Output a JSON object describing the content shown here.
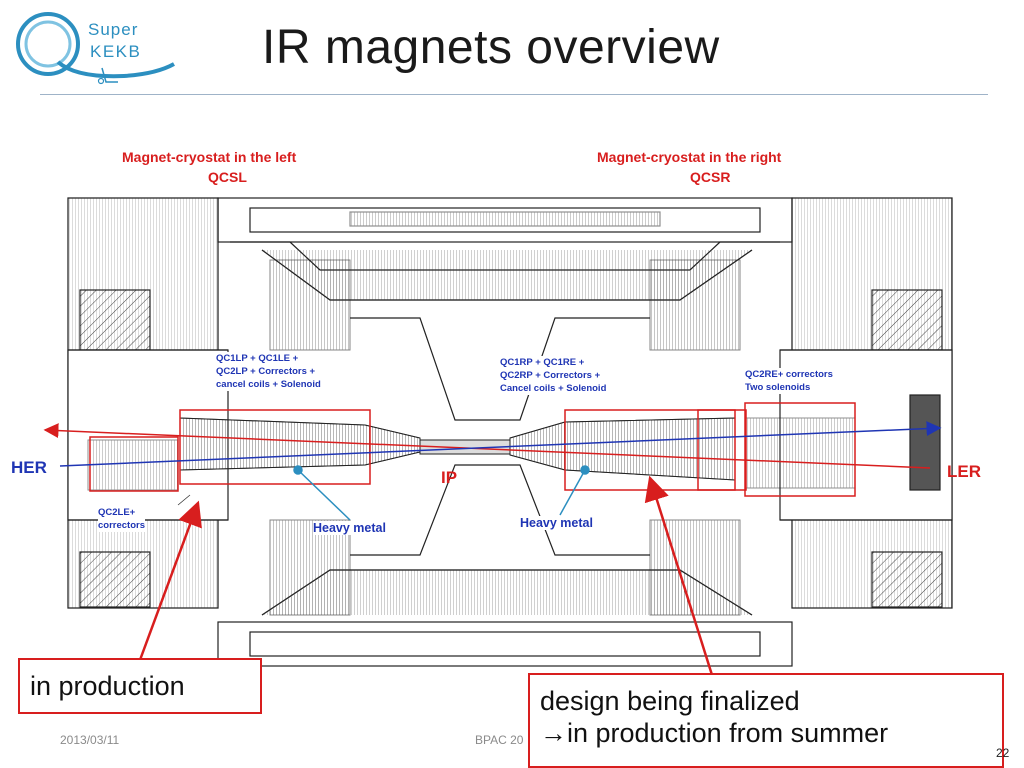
{
  "slide": {
    "title": "IR magnets overview",
    "page_number": "22",
    "footer_date": "2013/03/11",
    "footer_event": "BPAC 20"
  },
  "logo": {
    "line1": "Super",
    "line2": "KEKB"
  },
  "diagram": {
    "left_title": "Magnet-cryostat in the left",
    "left_code": "QCSL",
    "right_title": "Magnet-cryostat in the right",
    "right_code": "QCSR",
    "left_box_note": [
      "QC1LP + QC1LE +",
      "QC2LP + Correctors +",
      "cancel coils + Solenoid"
    ],
    "right_box_note": [
      "QC1RP + QC1RE +",
      "QC2RP + Correctors +",
      "Cancel coils + Solenoid"
    ],
    "qc2re_note": [
      "QC2RE+ correctors",
      "Two solenoids"
    ],
    "qc2le_note": [
      "QC2LE+",
      "correctors"
    ],
    "heavy_metal_left": "Heavy metal",
    "heavy_metal_right": "Heavy metal",
    "her": "HER",
    "ler": "LER",
    "ip": "IP"
  },
  "callouts": {
    "left": "in production",
    "right_line1": "design being finalized",
    "right_line2": "→in production from summer"
  },
  "colors": {
    "red": "#d81e1e",
    "blue": "#1f35b4",
    "logo": "#2c8fc0"
  }
}
